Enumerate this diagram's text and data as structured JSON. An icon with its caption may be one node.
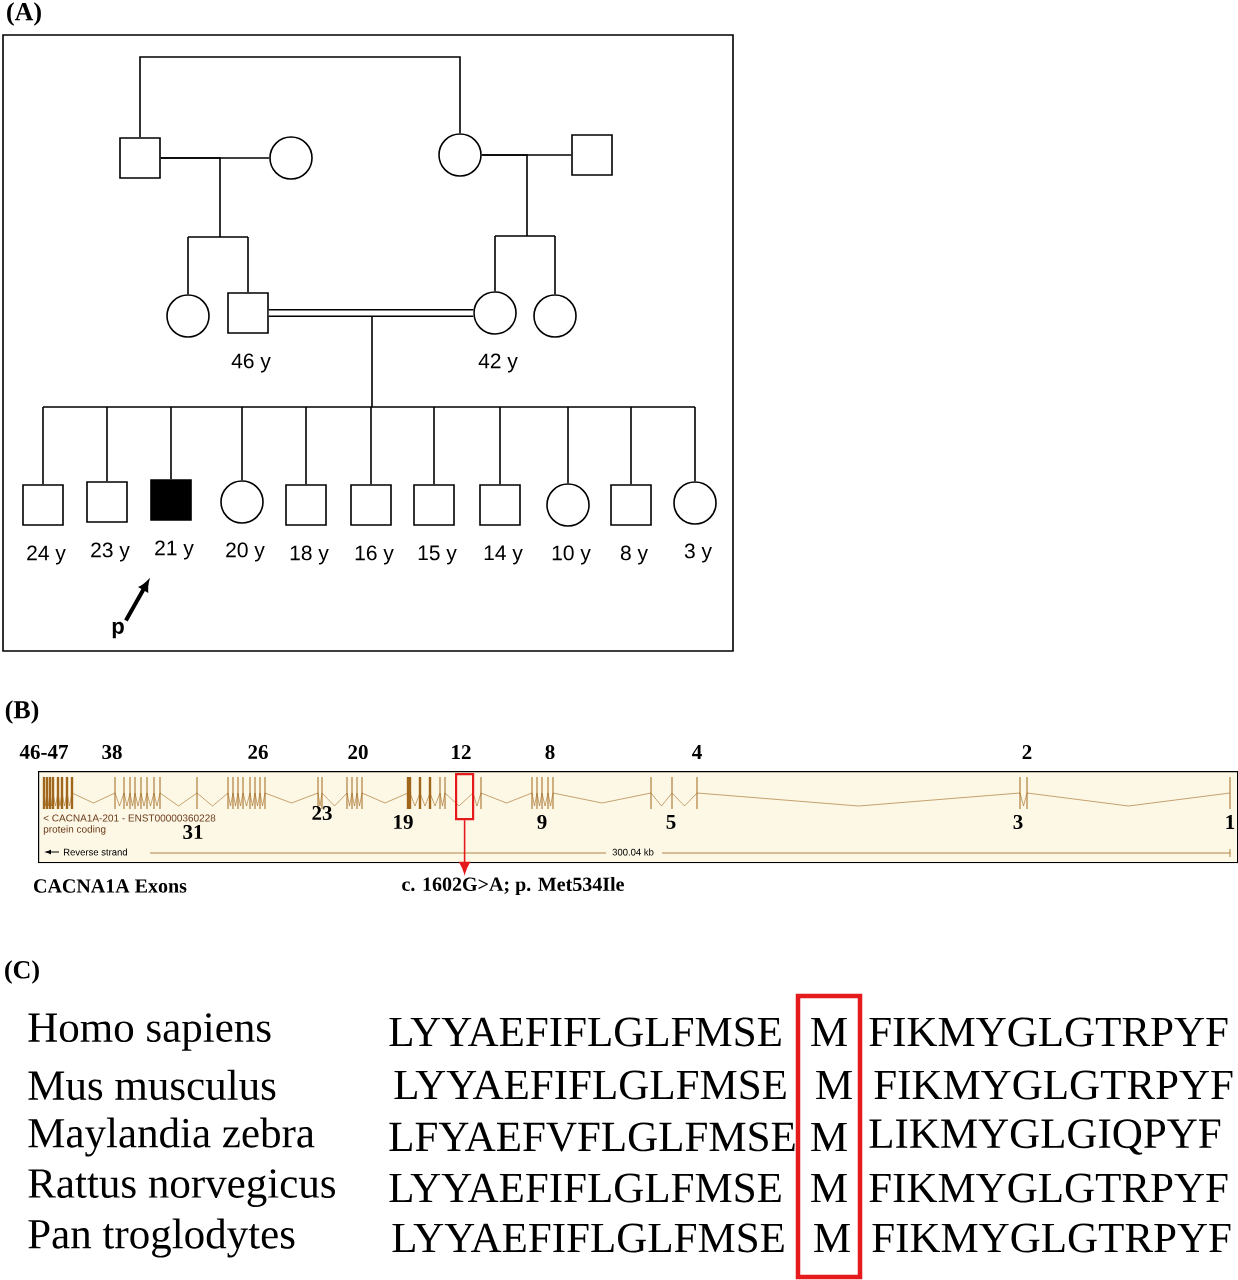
{
  "diagram": {
    "nodes": [
      {
        "text": [],
        "shape": "box"
      },
      {
        "text": [],
        "shape": "circle"
      },
      {
        "text": [],
        "shape": "circle"
      },
      {
        "text": [],
        "shape": "box"
      },
      {
        "text": [],
        "shape": "circle"
      },
      {
        "text": [],
        "shape": "box",
        "beside": [
          "46 y"
        ]
      },
      {
        "text": [],
        "shape": "circle",
        "beside": [
          "42 y"
        ]
      },
      {
        "text": [],
        "shape": "circle"
      },
      {
        "text": [],
        "shape": "box",
        "beside": [
          "24 y"
        ]
      },
      {
        "text": [],
        "shape": "box",
        "beside": [
          "23 y"
        ]
      },
      {
        "text": [],
        "shape": "box",
        "beside": [
          "21 y"
        ]
      },
      {
        "text": [],
        "shape": "circle",
        "beside": [
          "20 y"
        ]
      },
      {
        "text": [],
        "shape": "box",
        "beside": [
          "18 y"
        ]
      },
      {
        "text": [],
        "shape": "box",
        "beside": [
          "16 y"
        ]
      },
      {
        "text": [],
        "shape": "box",
        "beside": [
          "15 y"
        ]
      },
      {
        "text": [],
        "shape": "box",
        "beside": [
          "14 y"
        ]
      },
      {
        "text": [],
        "shape": "circle",
        "beside": [
          "10 y"
        ]
      },
      {
        "text": [],
        "shape": "box",
        "beside": [
          "8 y"
        ]
      },
      {
        "text": [],
        "shape": "circle",
        "beside": [
          "3 y"
        ]
      },
      {
        "text": [
          "p"
        ]
      },
      {
        "text": [
          "< CACNA1A-201 - ENST00000360228",
          "protein coding",
          "Reverse strand",
          "300.04 kb"
        ]
      },
      {
        "text": [],
        "shape": "box",
        "in": 20
      },
      {
        "text": [
          "c. 1602G>A; p. Met534Ile"
        ]
      }
    ],
    "edges": [
      {
        "from": 0,
        "to": 2,
        "arrow": "none"
      },
      {
        "from": 0,
        "to": 1,
        "arrow": "none"
      },
      {
        "from": 2,
        "to": 3,
        "arrow": "none"
      },
      {
        "from": 0,
        "to": 4,
        "arrow": "none"
      },
      {
        "from": 0,
        "to": 5,
        "arrow": "none"
      },
      {
        "from": 2,
        "to": 6,
        "arrow": "none"
      },
      {
        "from": 2,
        "to": 7,
        "arrow": "none"
      },
      {
        "from": 5,
        "to": 6,
        "arrow": "none",
        "style": "thick"
      },
      {
        "from": 5,
        "to": 8,
        "arrow": "none"
      },
      {
        "from": 5,
        "to": 9,
        "arrow": "none"
      },
      {
        "from": 5,
        "to": 10,
        "arrow": "none"
      },
      {
        "from": 5,
        "to": 11,
        "arrow": "none"
      },
      {
        "from": 5,
        "to": 12,
        "arrow": "none"
      },
      {
        "from": 5,
        "to": 13,
        "arrow": "none"
      },
      {
        "from": 5,
        "to": 14,
        "arrow": "none"
      },
      {
        "from": 5,
        "to": 15,
        "arrow": "none"
      },
      {
        "from": 5,
        "to": 16,
        "arrow": "none"
      },
      {
        "from": 5,
        "to": 17,
        "arrow": "none"
      },
      {
        "from": 5,
        "to": 18,
        "arrow": "none"
      },
      {
        "from": 19,
        "to": 10,
        "arrow": "to",
        "style": "thick"
      },
      {
        "from": 21,
        "to": 22,
        "arrow": "to",
        "color": "#e41a1c"
      }
    ],
    "labels": [
      "(A)",
      "(B)",
      "46-47",
      "38",
      "26",
      "20",
      "12",
      "8",
      "4",
      "2",
      "31",
      "23",
      "19",
      "9",
      "5",
      "3",
      "1",
      "CACNA1A Exons",
      "(C)",
      "Homo sapiens",
      "LYYAEFIFLGLFMSE",
      "M",
      "FIKMYGLGTRPYF",
      "Mus musculus",
      "LYYAEFIFLGLFMSE",
      "M",
      "FIKMYGLGTRPYF",
      "Maylandia zebra",
      "LFYAEFVFLGLFMSE",
      "M",
      "LIKMYGLGIQPYF",
      "Rattus norvegicus",
      "LYYAEFIFLGLFMSE",
      "M",
      "FIKMYGLGTRPYF",
      "Pan troglodytes",
      "LYYAEFIFLGLFMSE",
      "M",
      "FIKMYGLGTRPYF"
    ]
  }
}
